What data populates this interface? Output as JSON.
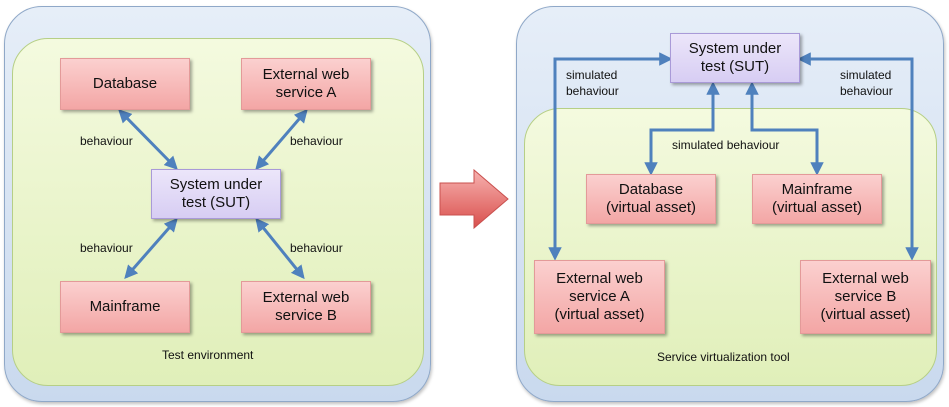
{
  "left": {
    "caption": "Test environment",
    "boxes": {
      "database": "Database",
      "ext_a_line1": "External web",
      "ext_a_line2": "service A",
      "sut_line1": "System under",
      "sut_line2": "test (SUT)",
      "mainframe": "Mainframe",
      "ext_b_line1": "External web",
      "ext_b_line2": "service B"
    },
    "labels": {
      "top_left": "behaviour",
      "top_right": "behaviour",
      "bottom_left": "behaviour",
      "bottom_right": "behaviour"
    }
  },
  "right": {
    "caption": "Service virtualization tool",
    "boxes": {
      "sut_line1": "System under",
      "sut_line2": "test (SUT)",
      "database_line1": "Database",
      "database_line2": "(virtual asset)",
      "mainframe_line1": "Mainframe",
      "mainframe_line2": "(virtual asset)",
      "ext_a_line1": "External web",
      "ext_a_line2": "service A",
      "ext_a_line3": "(virtual asset)",
      "ext_b_line1": "External web",
      "ext_b_line2": "service B",
      "ext_b_line3": "(virtual asset)"
    },
    "labels": {
      "left_line1": "simulated",
      "left_line2": "behaviour",
      "right_line1": "simulated",
      "right_line2": "behaviour",
      "middle": "simulated behaviour"
    }
  },
  "colors": {
    "arrow": "#4f81bd",
    "big_arrow": "#e0605e",
    "node_red": "#f3a6a5",
    "node_sut": "#d7cdf3",
    "outer_panel": "#c9d9ee",
    "inner_panel": "#e0efb9"
  }
}
